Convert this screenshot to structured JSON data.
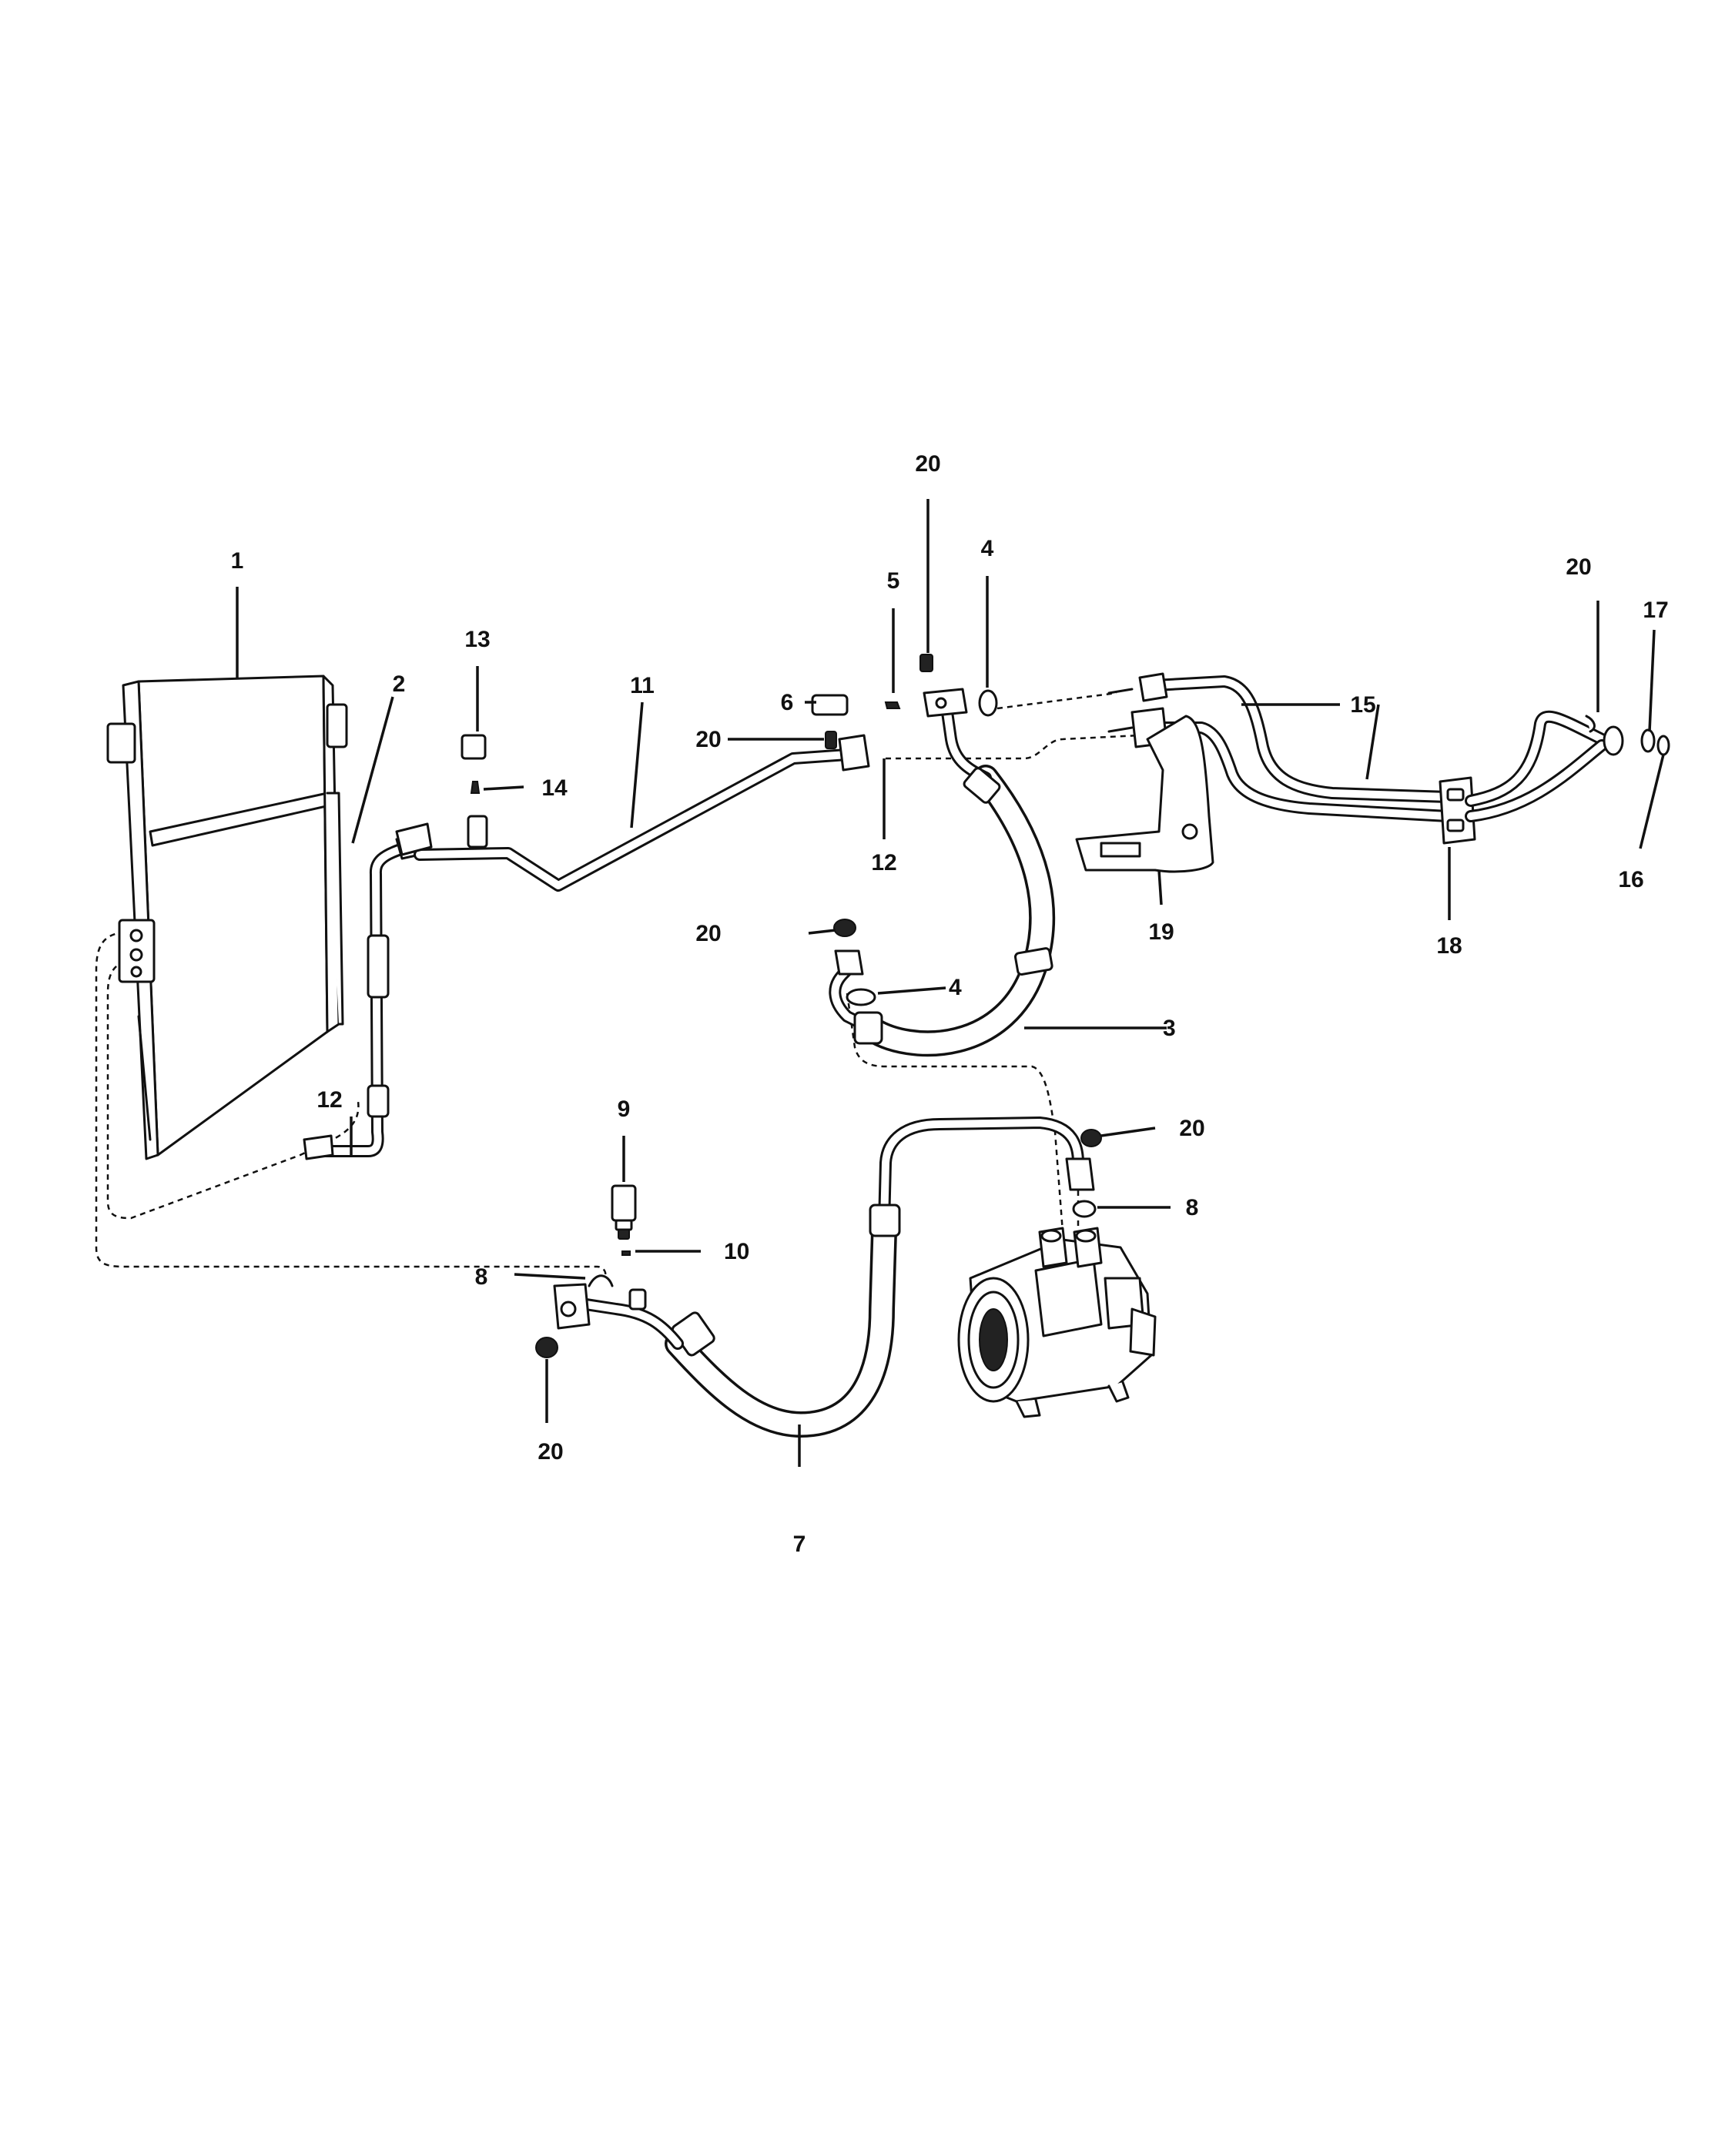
{
  "diagram": {
    "callouts": {
      "c1": "1",
      "c2": "2",
      "c3": "3",
      "c4a": "4",
      "c4b": "4",
      "c5": "5",
      "c6": "6",
      "c7": "7",
      "c8a": "8",
      "c8b": "8",
      "c9": "9",
      "c10": "10",
      "c11": "11",
      "c12a": "12",
      "c12b": "12",
      "c13": "13",
      "c14": "14",
      "c15": "15",
      "c16": "16",
      "c17": "17",
      "c18": "18",
      "c19": "19",
      "c20a": "20",
      "c20b": "20",
      "c20c": "20",
      "c20d": "20",
      "c20e": "20",
      "c20f": "20"
    }
  }
}
